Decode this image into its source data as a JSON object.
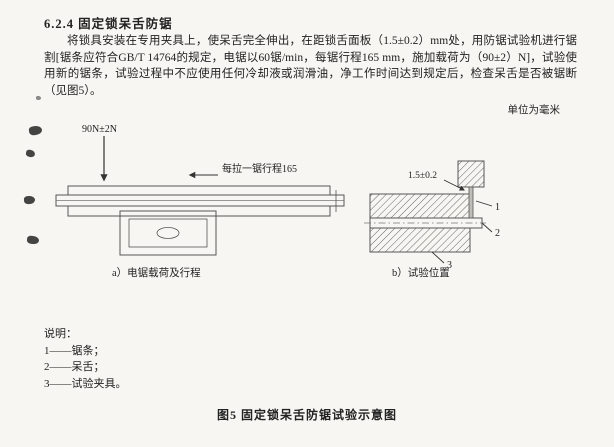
{
  "doc": {
    "section_heading": "6.2.4  固定锁呆舌防锯",
    "paragraph": "将锁具安装在专用夹具上，使呆舌完全伸出，在距锁舌面板（1.5±0.2）mm处，用防锯试验机进行锯割[锯条应符合GB/T 14764的规定，电锯以60锯/min，每锯行程165 mm，施加载荷为（90±2）N]，试验使用新的锯条，试验过程中不应使用任何冷却液或润滑油，净工作时间达到规定后，检查呆舌是否被锯断（见图5）。",
    "unit_note": "单位为毫米",
    "figure": {
      "load_label": "90N±2N",
      "stroke_label": "每拉一锯行程165",
      "gap_label": "1.5±0.2",
      "callouts": {
        "saw": "1",
        "bolt": "2",
        "fixture": "3"
      },
      "caption_a": "a）电锯载荷及行程",
      "caption_b": "b）试验位置"
    },
    "legend": {
      "title": "说明：",
      "items": [
        "1——锯条；",
        "2——呆舌；",
        "3——试验夹具。"
      ]
    },
    "figure_caption": "图5  固定锁呆舌防锯试验示意图"
  }
}
